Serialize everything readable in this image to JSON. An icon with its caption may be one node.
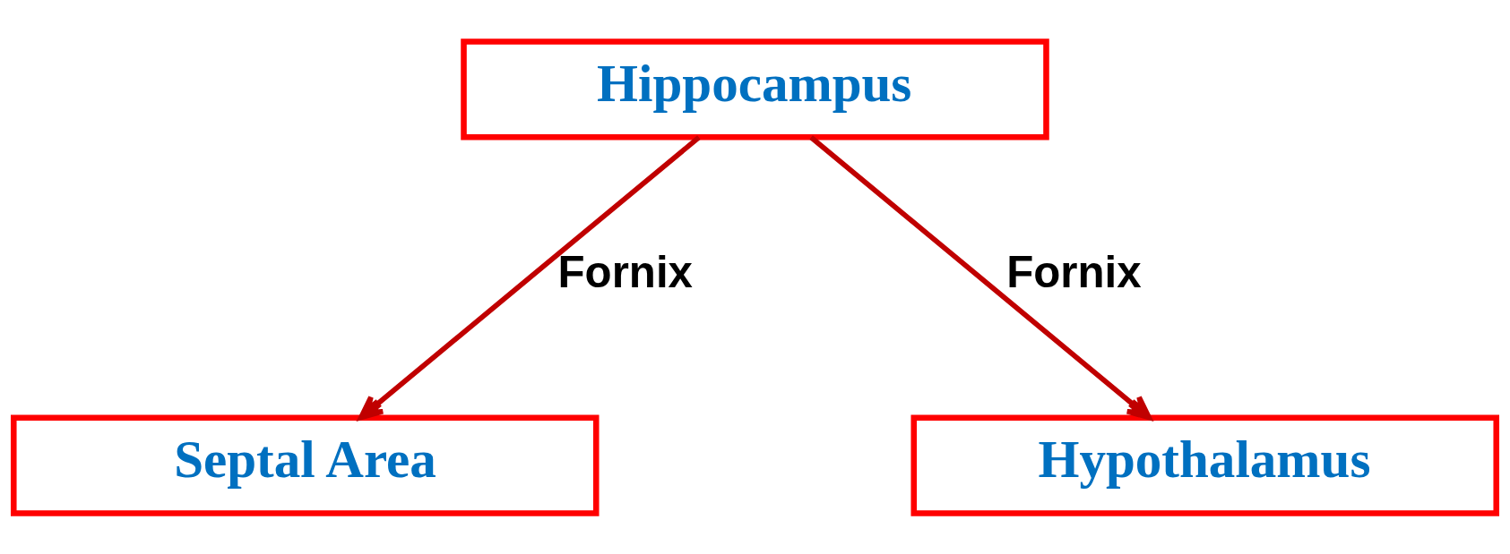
{
  "diagram": {
    "nodes": [
      {
        "text": [
          "Hippocampus"
        ]
      },
      {
        "text": [
          "Septal Area"
        ]
      },
      {
        "text": [
          "Hypothalamus"
        ]
      }
    ],
    "edges": [
      {
        "from": 0,
        "to": 1,
        "arrow": "to",
        "label": "Fornix"
      },
      {
        "from": 0,
        "to": 2,
        "arrow": "to",
        "label": "Fornix"
      }
    ]
  }
}
